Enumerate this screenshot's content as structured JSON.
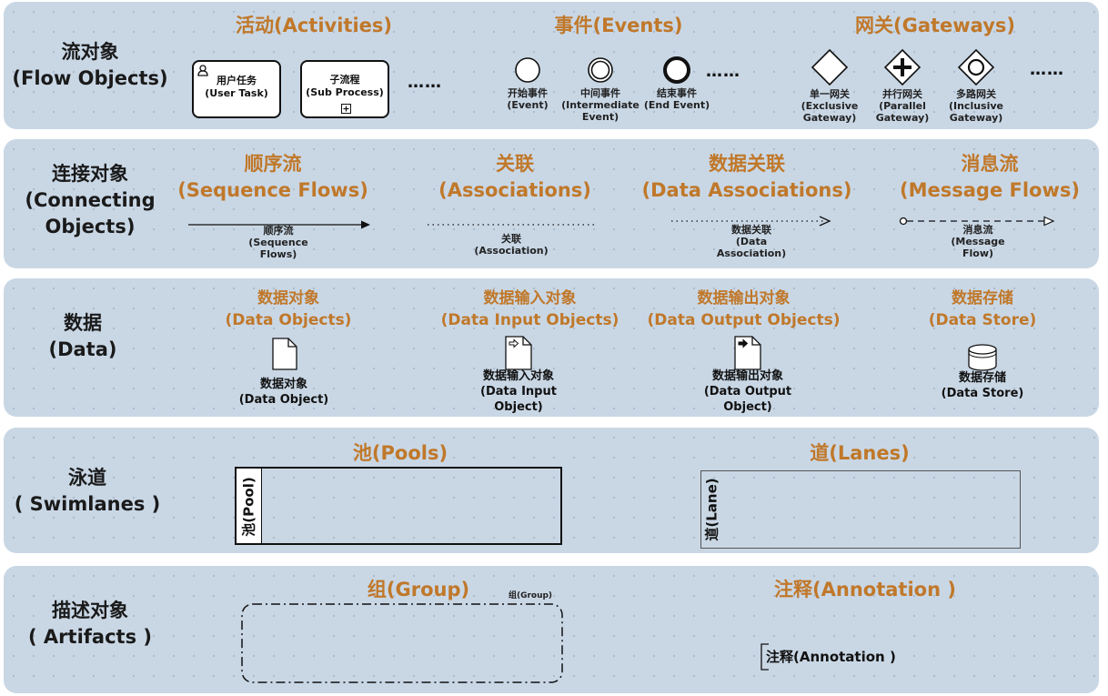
{
  "flow_objects": {
    "label": [
      "流对象",
      "(Flow Objects)"
    ],
    "activities": {
      "heading": "活动(Activities)",
      "user_task": [
        "用户任务",
        "(User Task)"
      ],
      "sub_process": [
        "子流程",
        "(Sub Process)"
      ],
      "more": "……"
    },
    "events": {
      "heading": "事件(Events)",
      "start": [
        "开始事件",
        "(Event)"
      ],
      "intermediate": [
        "中间事件",
        "(Intermediate",
        "Event)"
      ],
      "end": [
        "结束事件",
        "(End Event)"
      ],
      "more": "……"
    },
    "gateways": {
      "heading": "网关(Gateways)",
      "exclusive": [
        "单一网关",
        "(Exclusive",
        "Gateway)"
      ],
      "parallel": [
        "并行网关",
        "(Parallel",
        "Gateway)"
      ],
      "inclusive": [
        "多路网关",
        "(Inclusive",
        "Gateway)"
      ],
      "more": "……"
    }
  },
  "connecting_objects": {
    "label": [
      "连接对象",
      "(Connecting",
      "Objects)"
    ],
    "sequence": {
      "heading": [
        "顺序流",
        "(Sequence Flows)"
      ],
      "caption": [
        "顺序流",
        "(Sequence",
        "Flows)"
      ]
    },
    "associations": {
      "heading": [
        "关联",
        "(Associations)"
      ],
      "caption": [
        "关联",
        "(Association)"
      ]
    },
    "data_associations": {
      "heading": [
        "数据关联",
        "(Data Associations)"
      ],
      "caption": [
        "数据关联",
        "(Data",
        "Association)"
      ]
    },
    "message": {
      "heading": [
        "消息流",
        "(Message Flows)"
      ],
      "caption": [
        "消息流",
        "(Message",
        "Flow)"
      ]
    }
  },
  "data": {
    "label": [
      "数据",
      "(Data)"
    ],
    "data_objects": {
      "heading": [
        "数据对象",
        "(Data Objects)"
      ],
      "caption": [
        "数据对象",
        "(Data Object)"
      ]
    },
    "data_input": {
      "heading": [
        "数据输入对象",
        "(Data Input Objects)"
      ],
      "caption": [
        "数据输入对象",
        "(Data Input",
        "Object)"
      ]
    },
    "data_output": {
      "heading": [
        "数据输出对象",
        "(Data Output Objects)"
      ],
      "caption": [
        "数据输出对象",
        "(Data Output",
        "Object)"
      ]
    },
    "data_store": {
      "heading": [
        "数据存储",
        "(Data Store)"
      ],
      "caption": [
        "数据存储",
        "(Data Store)"
      ]
    }
  },
  "swimlanes": {
    "label": [
      "泳道",
      "( Swimlanes )"
    ],
    "pools": {
      "heading": "池(Pools)",
      "caption": "池(Pool)"
    },
    "lanes": {
      "heading": "道(Lanes)",
      "caption": "道(Lane)"
    }
  },
  "artifacts": {
    "label": [
      "描述对象",
      "( Artifacts )"
    ],
    "group": {
      "heading": "组(Group)",
      "caption": "组(Group)"
    },
    "annotation": {
      "heading": "注释(Annotation )",
      "caption": "注释(Annotation )"
    }
  },
  "colors": {
    "band": "#c9d7e5",
    "heading": "#c0782a",
    "line": "#111111"
  }
}
